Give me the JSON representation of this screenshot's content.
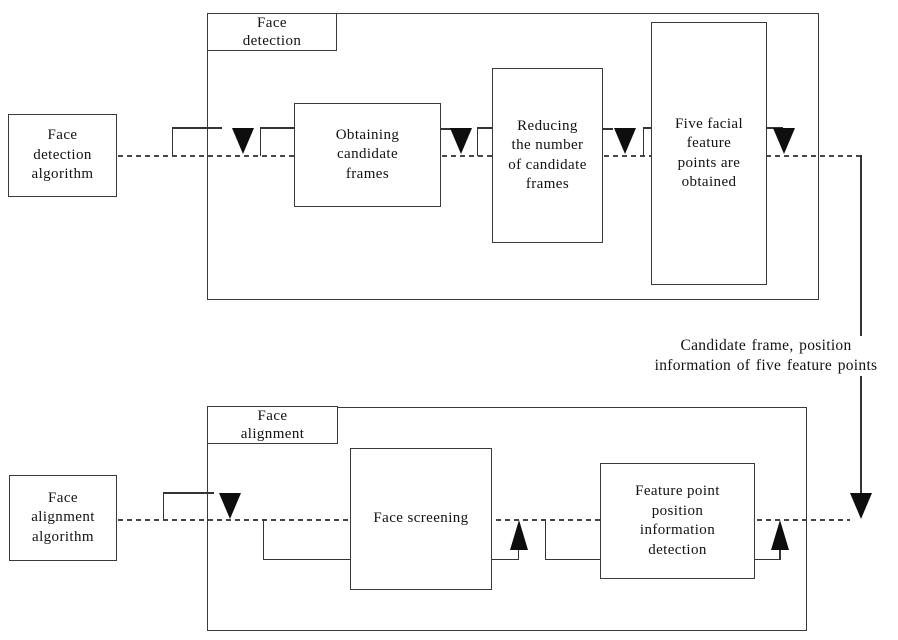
{
  "diagram": {
    "top": {
      "group_label": "Face\ndetection",
      "input_box": "Face\ndetection\nalgorithm",
      "steps": [
        "Obtaining\ncandidate\nframes",
        "Reducing\nthe number\nof candidate\nframes",
        "Five facial\nfeature\npoints are\nobtained"
      ]
    },
    "annotation": "Candidate frame, position\ninformation of five feature points",
    "bottom": {
      "group_label": "Face\nalignment",
      "input_box": "Face\nalignment\nalgorithm",
      "steps": [
        "Face screening",
        "Feature point\nposition\ninformation\ndetection"
      ]
    },
    "icons": {
      "down_arrow": "arrow-down-icon",
      "up_arrow": "arrow-up-icon"
    },
    "colors": {
      "background": "#ffffff",
      "line": "#343434",
      "box_border": "#3a3a3a",
      "arrow_fill": "#0e0e0e",
      "text": "#121212"
    }
  }
}
